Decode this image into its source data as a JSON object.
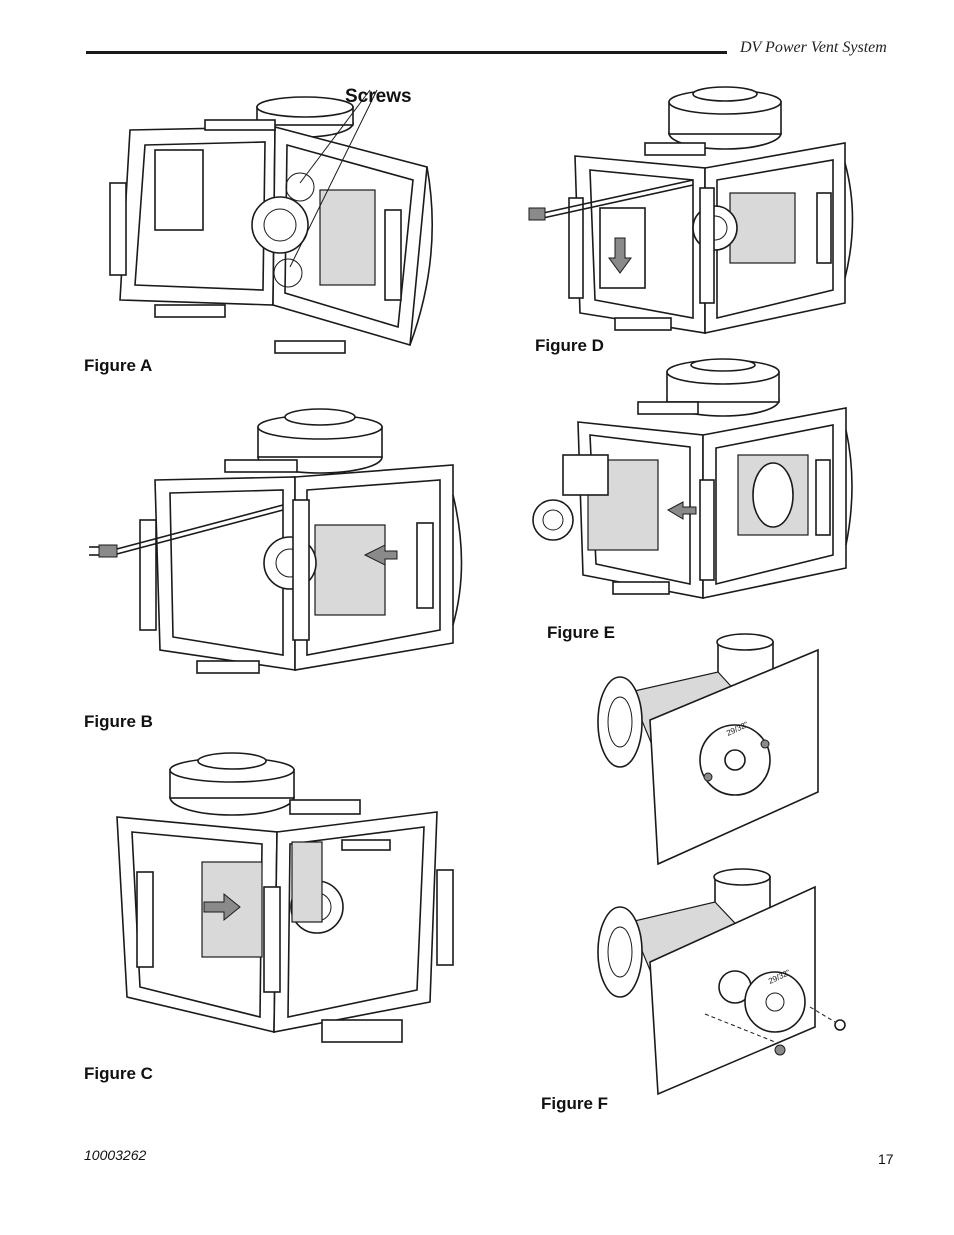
{
  "header": {
    "title": "DV Power Vent System"
  },
  "figures": [
    {
      "id": "a",
      "caption": "Figure A",
      "callout": "Screws"
    },
    {
      "id": "b",
      "caption": "Figure B"
    },
    {
      "id": "c",
      "caption": "Figure C"
    },
    {
      "id": "d",
      "caption": "Figure D"
    },
    {
      "id": "e",
      "caption": "Figure E"
    },
    {
      "id": "f",
      "caption": "Figure F"
    }
  ],
  "plate_labels": {
    "top": "29/32\"",
    "bottom": "29/32\""
  },
  "footer": {
    "doc_number": "10003262",
    "page_number": "17"
  }
}
